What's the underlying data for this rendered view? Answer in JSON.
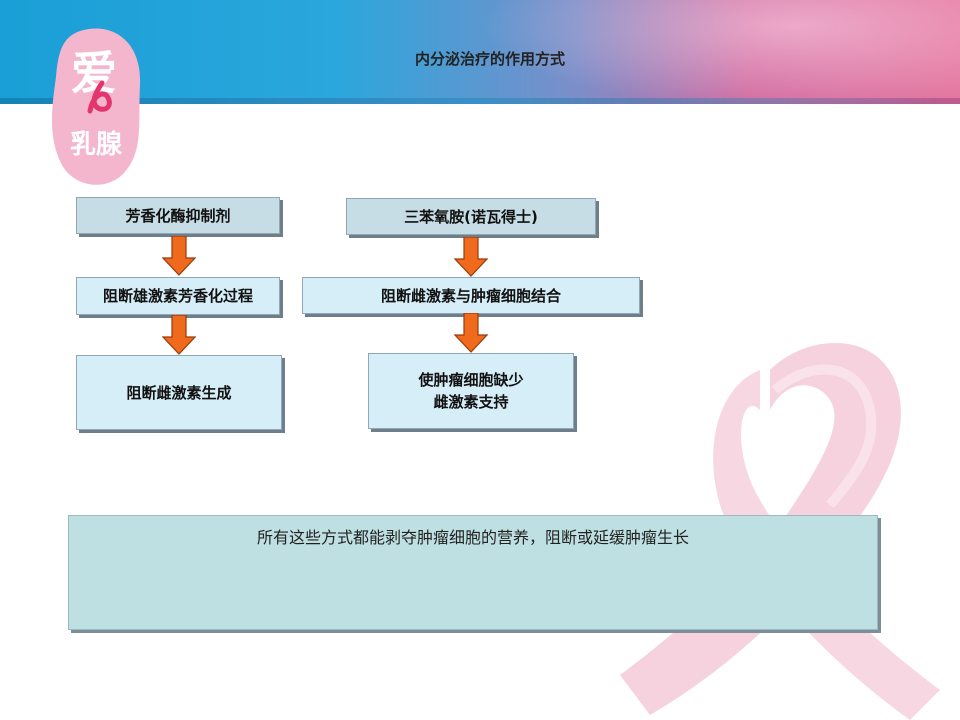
{
  "slide": {
    "title": "内分泌治疗的作用方式",
    "logo_text": [
      "爱",
      "乳腺"
    ],
    "colors": {
      "header_blue": "#1a9fd6",
      "header_pink": "#e4779f",
      "arrow_orange": "#f06a1e",
      "ribbon_pink": "#f4c6d6",
      "logo_pink": "#f3b6cc",
      "logo_accent": "#e4356f"
    }
  },
  "left_flow": {
    "box1": "芳香化酶抑制剂",
    "box2": "阻断雄激素芳香化过程",
    "box3": "阻断雌激素生成"
  },
  "right_flow": {
    "box1": "三苯氧胺(诺瓦得士)",
    "box2": "阻断雌激素与肿瘤细胞结合",
    "box3_line1": "使肿瘤细胞缺少",
    "box3_line2": "雌激素支持"
  },
  "summary": {
    "text": "所有这些方式都能剥夺肿瘤细胞的营养，阻断或延缓肿瘤生长"
  }
}
